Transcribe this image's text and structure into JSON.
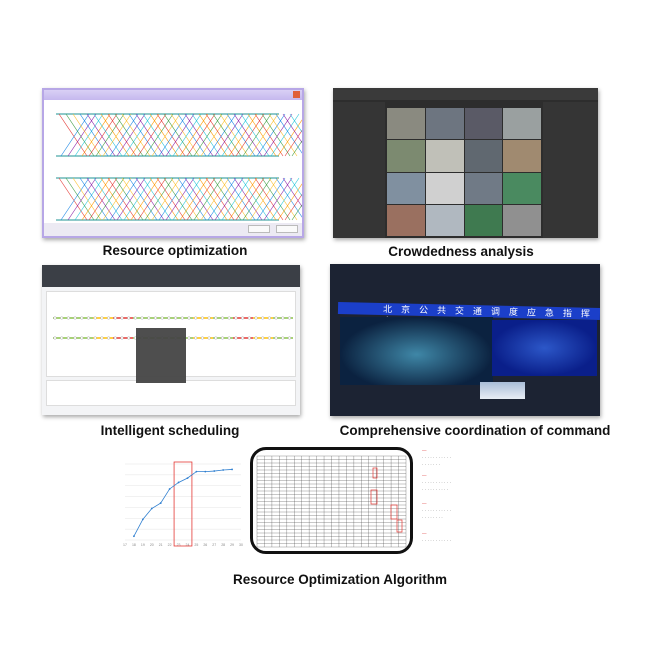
{
  "captions": {
    "resource_optimization": "Resource optimization",
    "crowdedness": "Crowdedness analysis",
    "scheduling": "Intelligent scheduling",
    "command": "Comprehensive coordination of command",
    "algorithm": "Resource Optimization Algorithm"
  },
  "command_wall": {
    "banner": "北京公共交通调度应急指挥中心"
  },
  "colors": {
    "window_border": "#b7a7e6",
    "dark_ui": "#2d2d2d",
    "wall_banner": "#1b3fc9",
    "chart_line": "#2f7fd0",
    "highlight": "#e53935"
  },
  "chart_data": {
    "type": "line",
    "title": "",
    "x": [
      18,
      19,
      20,
      21,
      22,
      23,
      24,
      25,
      26,
      27,
      28,
      29
    ],
    "values": [
      58.7,
      61.8,
      63.8,
      64.8,
      67.4,
      68.6,
      69.4,
      70.6,
      70.6,
      70.7,
      70.9,
      71.0
    ],
    "xlim": [
      17,
      30
    ],
    "ylim": [
      58,
      72
    ],
    "grid": true,
    "highlight_range": [
      22.5,
      24.5
    ],
    "x_ticks": [
      17,
      18,
      19,
      20,
      21,
      22,
      23,
      24,
      25,
      26,
      27,
      28,
      29,
      30
    ]
  }
}
